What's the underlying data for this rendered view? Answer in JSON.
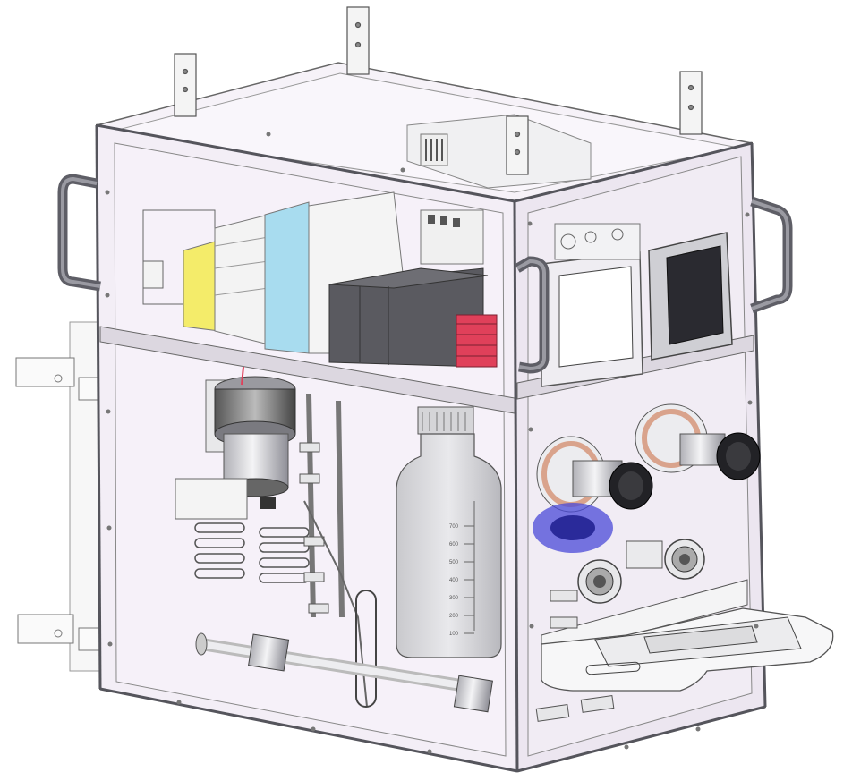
{
  "colors": {
    "frame": "#8f8f96",
    "frame_dark": "#55555c",
    "panel_tint": "#f3eef6",
    "panel_tint_side": "#ece6f0",
    "handle": "#5e5e66",
    "yellow_module": "#f4ec6a",
    "blue_module": "#a8dcef",
    "gray_module": "#5a5a60",
    "red_heatsink": "#e0405a",
    "display_screen": "#2a2a30",
    "knob": "#222226",
    "flange": "#d9a38c",
    "blue_pump": "#4a4ad8"
  },
  "bottle_scale_ticks": [
    "700",
    "600",
    "500",
    "400",
    "300",
    "200",
    "100"
  ],
  "icons": [
    "handle-left-icon",
    "handle-right-icon",
    "mounting-tab-icon",
    "bottle-icon",
    "display-icon",
    "valve-knob-icon",
    "gauge-icon"
  ]
}
